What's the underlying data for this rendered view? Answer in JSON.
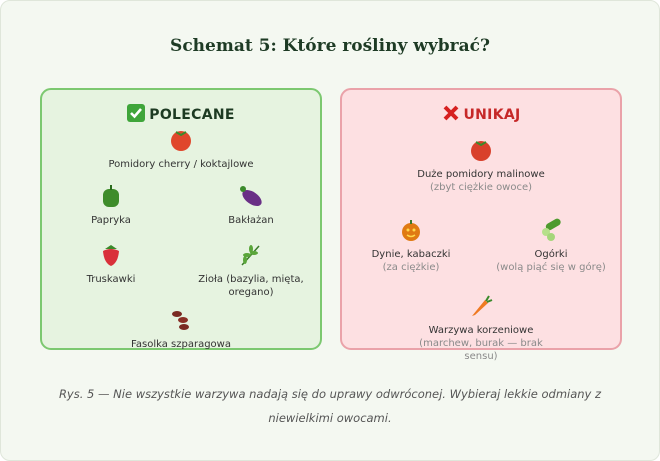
{
  "title": "Schemat 5: Które rośliny wybrać?",
  "recommended": {
    "heading": "POLECANE",
    "icon": "check-mark-icon",
    "color": "#7cc870",
    "items": [
      {
        "label": "Pomidory cherry / koktajlowe",
        "icon": "tomato-icon"
      },
      {
        "label": "Papryka",
        "icon": "bell-pepper-icon"
      },
      {
        "label": "Bakłażan",
        "icon": "eggplant-icon"
      },
      {
        "label": "Truskawki",
        "icon": "strawberry-icon"
      },
      {
        "label": "Zioła (bazylia, mięta, oregano)",
        "icon": "herb-icon"
      },
      {
        "label": "Fasolka szparagowa",
        "icon": "beans-icon"
      }
    ]
  },
  "avoid": {
    "heading": "UNIKAJ",
    "icon": "cross-mark-icon",
    "color": "#c62828",
    "items": [
      {
        "label": "Duże pomidory malinowe",
        "note": "(zbyt ciężkie owoce)",
        "icon": "tomato-icon"
      },
      {
        "label": "Dynie, kabaczki",
        "note": "(za ciężkie)",
        "icon": "pumpkin-icon"
      },
      {
        "label": "Ogórki",
        "note": "(wolą piąć się w górę)",
        "icon": "cucumber-icon"
      },
      {
        "label": "Warzywa korzeniowe",
        "note": "(marchew, burak — brak sensu)",
        "icon": "carrot-icon"
      }
    ]
  },
  "caption": "Rys. 5 — Nie wszystkie warzywa nadają się do uprawy odwróconej. Wybieraj lekkie odmiany z niewielkimi owocami."
}
